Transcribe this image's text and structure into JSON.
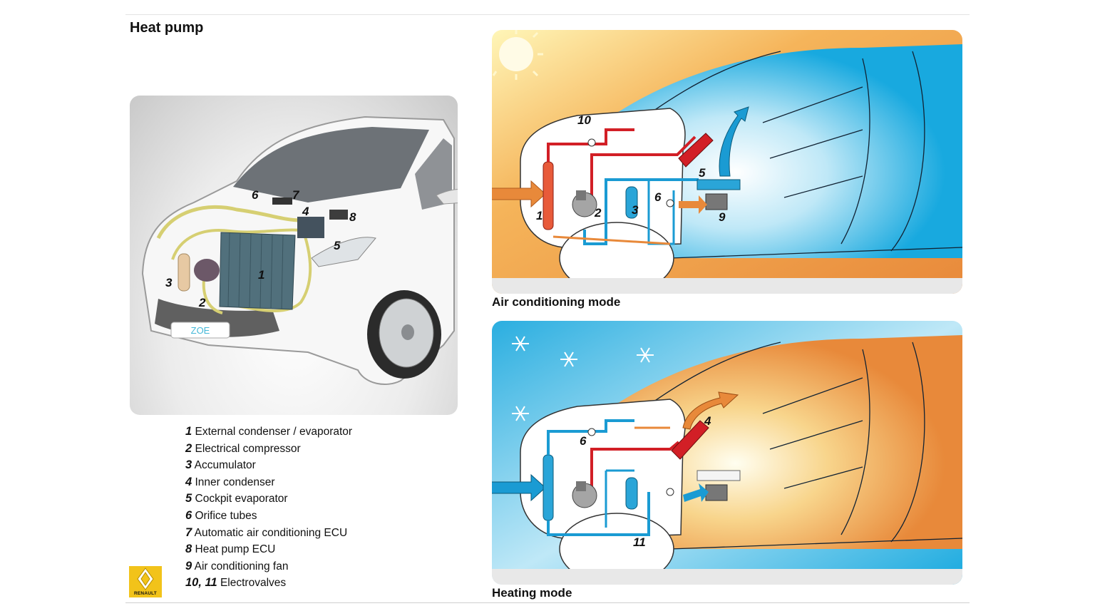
{
  "title": "Heat pump",
  "photo": {
    "callouts": [
      "1",
      "2",
      "3",
      "4",
      "5",
      "6",
      "7",
      "8"
    ],
    "plate_text": "ZOE"
  },
  "legend": [
    {
      "num": "1",
      "text": "External condenser / evaporator"
    },
    {
      "num": "2",
      "text": "Electrical compressor"
    },
    {
      "num": "3",
      "text": "Accumulator"
    },
    {
      "num": "4",
      "text": "Inner condenser"
    },
    {
      "num": "5",
      "text": "Cockpit evaporator"
    },
    {
      "num": "6",
      "text": "Orifice tubes"
    },
    {
      "num": "7",
      "text": "Automatic air conditioning ECU"
    },
    {
      "num": "8",
      "text": "Heat pump ECU"
    },
    {
      "num": "9",
      "text": "Air conditioning fan"
    },
    {
      "num": "10, 11",
      "text": "Electrovalves"
    }
  ],
  "brand": "RENAULT",
  "panels": {
    "ac": {
      "caption": "Air conditioning mode",
      "callouts": [
        "1",
        "2",
        "3",
        "5",
        "6",
        "9",
        "10"
      ]
    },
    "heat": {
      "caption": "Heating mode",
      "callouts": [
        "4",
        "6",
        "11"
      ]
    }
  },
  "colors": {
    "hot_pipe": "#d21f26",
    "cold_pipe": "#1a9bd3",
    "warm_air": "#e8893a",
    "cold_air": "#18a9df",
    "logo": "#f2c31a"
  }
}
